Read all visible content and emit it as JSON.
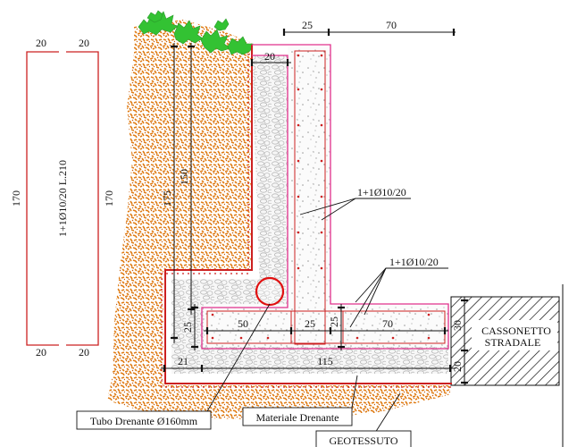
{
  "colors": {
    "soil": "#e07c14",
    "soil_dark": "#c45a08",
    "vegetation": "#33c233",
    "wall_outline": "#cc2020",
    "rebar_outline": "#e0308c",
    "gravel": "#d8d8d8",
    "concrete_dots": "#9a9a9a",
    "hatch": "#111111"
  },
  "rebar_detail": {
    "top_left": "20",
    "top_right": "20",
    "left_height": "170",
    "right_height": "170",
    "bar_label": "1+1Ø10/20 L.210",
    "bottom_left": "20",
    "bottom_right": "20"
  },
  "dimensions": {
    "top_stem_width": "25",
    "top_toe_width": "70",
    "crest_width": "20",
    "height_outer": "175",
    "height_inner": "150",
    "base_heel": "50",
    "base_stem": "25",
    "base_toe": "70",
    "base_thickness": "25",
    "base_thickness_right": "25",
    "base_left_offset": "21",
    "base_total": "115",
    "road_box_upper": "30",
    "road_box_lower": "20"
  },
  "labels": {
    "rebar_stem": "1+1Ø10/20",
    "rebar_base": "1+1Ø10/20",
    "road_box_line1": "CASSONETTO",
    "road_box_line2": "STRADALE",
    "drain_pipe": "Tubo Drenante Ø160mm",
    "drain_material": "Materiale Drenante",
    "geotextile": "GEOTESSUTO"
  }
}
